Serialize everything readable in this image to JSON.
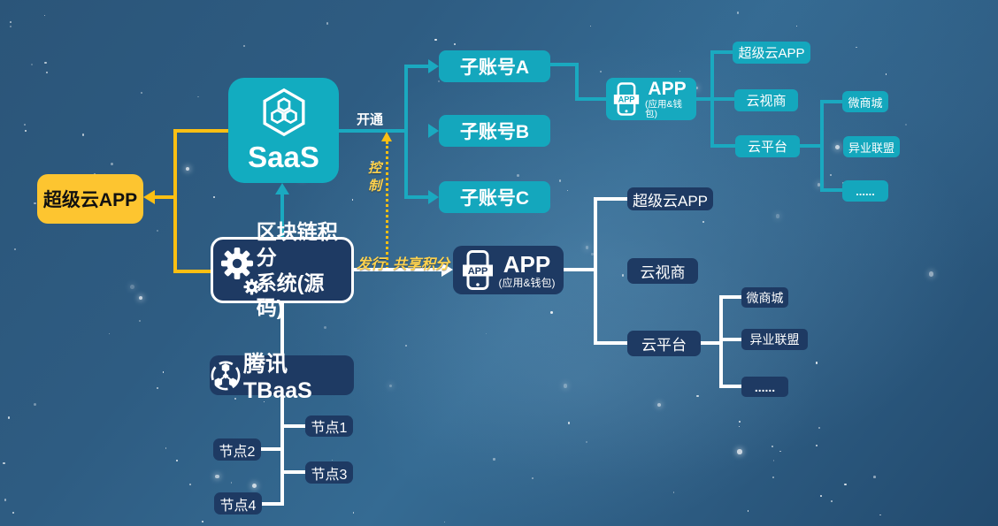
{
  "palette": {
    "teal": "#14a7bd",
    "navy": "#1e3a63",
    "yellow": "#fdc530",
    "line_yellow": "#fcbf13",
    "line_teal": "#1aa9c0",
    "line_white": "#ffffff",
    "text_dark": "#111111"
  },
  "super_cloud_app": {
    "label": "超级云APP"
  },
  "saas": {
    "label": "SaaS",
    "icon": "hexagon-cluster-icon"
  },
  "blockchain_system": {
    "line1": "区块链积分",
    "line2": "系统(源码)",
    "icon": "gear-icon"
  },
  "tbaas": {
    "label": "腾讯TBaaS",
    "icon": "blockchain-network-icon"
  },
  "edge_labels": {
    "activate": "开通",
    "control": "控制",
    "issue": "发行",
    "share_points": "共享积分"
  },
  "sub_accounts": [
    {
      "label": "子账号A"
    },
    {
      "label": "子账号B"
    },
    {
      "label": "子账号C"
    }
  ],
  "app_wallet_top": {
    "title": "APP",
    "subtitle": "(应用&钱包)",
    "icon_label": "APP"
  },
  "app_wallet_main": {
    "title": "APP",
    "subtitle": "(应用&钱包)",
    "icon_label": "APP"
  },
  "saas_channels": {
    "level1": [
      {
        "label": "超级云APP"
      },
      {
        "label": "云视商"
      },
      {
        "label": "云平台"
      }
    ],
    "level2": [
      {
        "label": "微商城"
      },
      {
        "label": "异业联盟"
      },
      {
        "label": "......"
      }
    ]
  },
  "app_channels": {
    "level1": [
      {
        "label": "超级云APP"
      },
      {
        "label": "云视商"
      },
      {
        "label": "云平台"
      }
    ],
    "level2": [
      {
        "label": "微商城"
      },
      {
        "label": "异业联盟"
      },
      {
        "label": "......"
      }
    ]
  },
  "tbaas_nodes": [
    {
      "label": "节点1"
    },
    {
      "label": "节点2"
    },
    {
      "label": "节点3"
    },
    {
      "label": "节点4"
    }
  ]
}
